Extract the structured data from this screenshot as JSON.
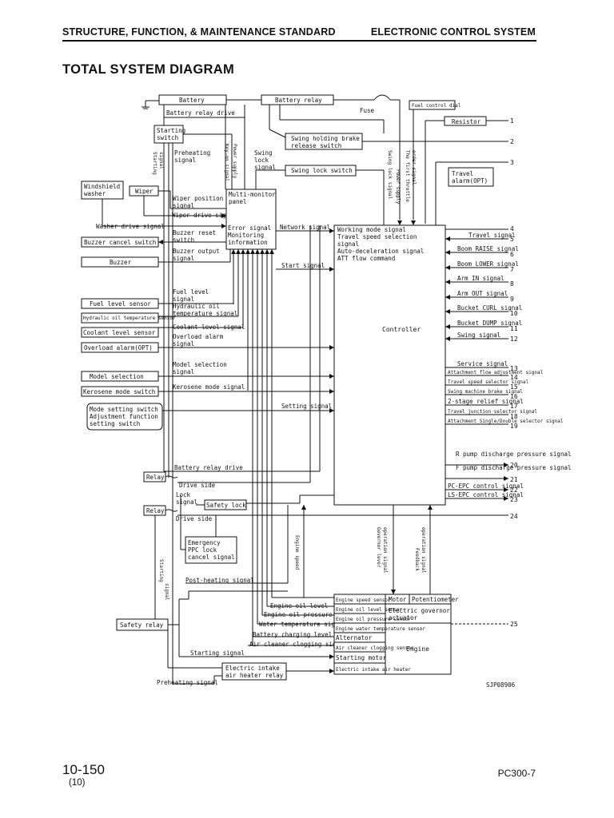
{
  "header": {
    "left": "STRUCTURE, FUNCTION, & MAINTENANCE STANDARD",
    "right": "ELECTRONIC CONTROL SYSTEM"
  },
  "title": "TOTAL SYSTEM DIAGRAM",
  "footer": {
    "page": "10-150",
    "sub": "(10)",
    "model": "PC300-7"
  },
  "diagram": {
    "figure_code": "SJP08906",
    "fuse": "Fuse",
    "blocks": {
      "battery": "Battery",
      "battery_relay": "Battery relay",
      "fuel_dial": "Fuel control dial",
      "resistor": "Resistor",
      "starting_switch": [
        "Starting",
        "switch"
      ],
      "swing_brake": [
        "Swing holding brake",
        "release switch"
      ],
      "swing_lock_switch": "Swing lock switch",
      "travel_alarm": [
        "Travel",
        "alarm(OPT)"
      ],
      "windshield_washer": [
        "Windshield",
        "washer"
      ],
      "wiper": "Wiper",
      "multi_monitor": [
        "Multi-monitor",
        "panel"
      ],
      "buzzer_cancel": "Buzzer cancel switch",
      "buzzer": "Buzzer",
      "fuel_level_sensor": "Fuel level sensor",
      "hyd_oil_temp_sensor": "Hydraulic oil temperature sensor",
      "coolant_level_sensor": "Coolant level sensor",
      "overload_alarm": "Overload alarm(OPT)",
      "model_selection": "Model selection",
      "kerosene_switch": "Kerosene mode switch",
      "mode_setting": [
        "Mode setting switch",
        "Adjustment function",
        "setting switch"
      ],
      "relay": "Relay",
      "safety_lock": "Safety lock",
      "emergency": [
        "Emergency",
        "PPC lock",
        "cancel signal"
      ],
      "safety_relay": "Safety relay",
      "air_heater_relay": [
        "Electric intake",
        "air heater relay"
      ],
      "controller": "Controller",
      "engine": "Engine",
      "motor": "Motor",
      "potentiometer": "Potentiometer",
      "governor_actuator": [
        "Electric governor",
        "actuator"
      ],
      "engine_sensors": [
        "Engine speed sensor",
        "Engine oil level sensor",
        "Engine oil pressure sensor",
        "Engine water temperature sensor",
        "Alternator",
        "Air cleaner clogging sensor",
        "Starting motor",
        "Electric intake air heater"
      ]
    },
    "signals": {
      "battery_relay_drive": "Battery relay drive",
      "preheating_signal": [
        "Preheating",
        "signal"
      ],
      "starting_signal_v": [
        "Starting",
        "signal"
      ],
      "keyon_signal": "Key-on signal",
      "power_supply": "Power supply",
      "swing_lock_signal": [
        "Swing",
        "lock",
        "signal"
      ],
      "wiper_position": [
        "Wiper position",
        "signal"
      ],
      "wiper_drive": "Wiper drive signal",
      "washer_drive": "Washer drive signal",
      "buzzer_reset": [
        "Buzzer reset",
        "switch"
      ],
      "buzzer_output": [
        "Buzzer output",
        "signal"
      ],
      "error_signal": [
        "Error signal",
        "Monitoring",
        "information"
      ],
      "network_signal": "Network signal",
      "start_signal": "Start signal",
      "fuel_level_signal": [
        "Fuel level",
        "signal"
      ],
      "hyd_oil_temp_signal": [
        "Hydraulic oil",
        "temperature signal"
      ],
      "coolant_level_signal": "Coolant level signal",
      "overload_alarm_signal": [
        "Overload alarm",
        "signal"
      ],
      "model_selection_signal": [
        "Model selection",
        "signal"
      ],
      "kerosene_mode_signal": "Kerosene mode signal",
      "setting_signal": "Setting signal",
      "battery_relay_drive2": "Battery relay drive",
      "drive_side": "Drive side",
      "lock_signal": [
        "Lock",
        "signal"
      ],
      "swing_lock_signal_v": "Swing lock signal",
      "power_supply_v": "Power supply",
      "first_throttle": [
        "The first throttle",
        "order signal"
      ],
      "working_mode": [
        "Working mode signal",
        "Travel speed selection",
        "signal",
        "Auto-deceleration signal",
        "ATT flow command"
      ],
      "post_heating": "Post-heating signal",
      "starting_signal_v2": "Starting signal",
      "engine_speed": "Engine speed",
      "governor_lever": [
        "Governor lever",
        "operation signal"
      ],
      "feedback_signal": [
        "Feedback",
        "operation signal"
      ],
      "engine_oil_level": "Engine oil level",
      "engine_oil_pressure": "Engine oil pressure",
      "water_temperature": "Water temperature signal",
      "battery_charging": "Battery charging level",
      "air_cleaner_clogging": "Air cleaner clogging signal",
      "starting_signal_h": "Starting signal",
      "preheating_signal_h": "Preheating signal"
    },
    "right_signals": [
      {
        "n": "1",
        "text": ""
      },
      {
        "n": "2",
        "text": ""
      },
      {
        "n": "3",
        "text": ""
      },
      {
        "n": "4",
        "text": ""
      },
      {
        "n": "5",
        "text": "Travel signal"
      },
      {
        "n": "6",
        "text": "Boom RAISE signal"
      },
      {
        "n": "7",
        "text": "Boom LOWER signal"
      },
      {
        "n": "8",
        "text": "Arm IN signal"
      },
      {
        "n": "9",
        "text": "Arm OUT signal"
      },
      {
        "n": "10",
        "text": "Bucket CURL signal"
      },
      {
        "n": "11",
        "text": "Bucket DUMP signal"
      },
      {
        "n": "12",
        "text": "Swing signal"
      },
      {
        "n": "13",
        "text": "Service signal"
      },
      {
        "n": "14",
        "text": "Attachment flow adjustment signal"
      },
      {
        "n": "15",
        "text": "Travel speed selector signal"
      },
      {
        "n": "16",
        "text": "Swing machine brake signal"
      },
      {
        "n": "17",
        "text": "2-stage relief signal"
      },
      {
        "n": "18",
        "text": "Travel junction selector signal"
      },
      {
        "n": "19",
        "text": "Attachment Single/Double selector signal"
      },
      {
        "n": "20",
        "text": "R pump discharge pressure signal"
      },
      {
        "n": "21",
        "text": "F pump discharge pressure signal"
      },
      {
        "n": "22",
        "text": "PC-EPC control signal"
      },
      {
        "n": "23",
        "text": "LS-EPC control signal"
      },
      {
        "n": "24",
        "text": ""
      },
      {
        "n": "25",
        "text": ""
      }
    ]
  }
}
